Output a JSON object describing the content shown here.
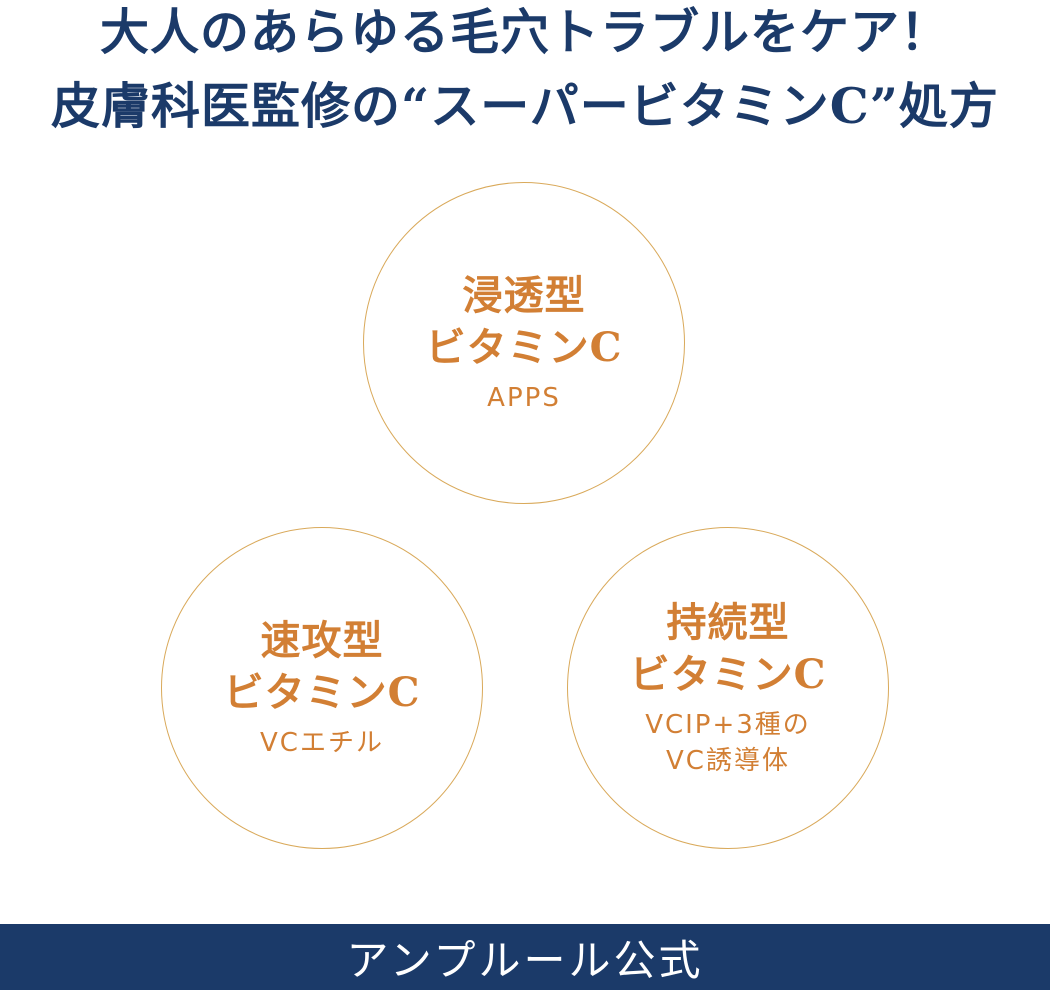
{
  "headline": {
    "line1": "大人のあらゆる毛穴トラブルをケア！",
    "line2": "皮膚科医監修の“スーパービタミンC”処方"
  },
  "circles": [
    {
      "title": "浸透型\nビタミンC",
      "subtitle": "APPS"
    },
    {
      "title": "速攻型\nビタミンC",
      "subtitle": "VCエチル"
    },
    {
      "title": "持続型\nビタミンC",
      "subtitle": "VCIP+3種の\nVC誘導体"
    }
  ],
  "footer": {
    "label": "アンプルール公式"
  },
  "colors": {
    "navy": "#1b3a69",
    "orange": "#d27f34",
    "gold_ring": "#d9a95a",
    "background": "#ffffff"
  }
}
